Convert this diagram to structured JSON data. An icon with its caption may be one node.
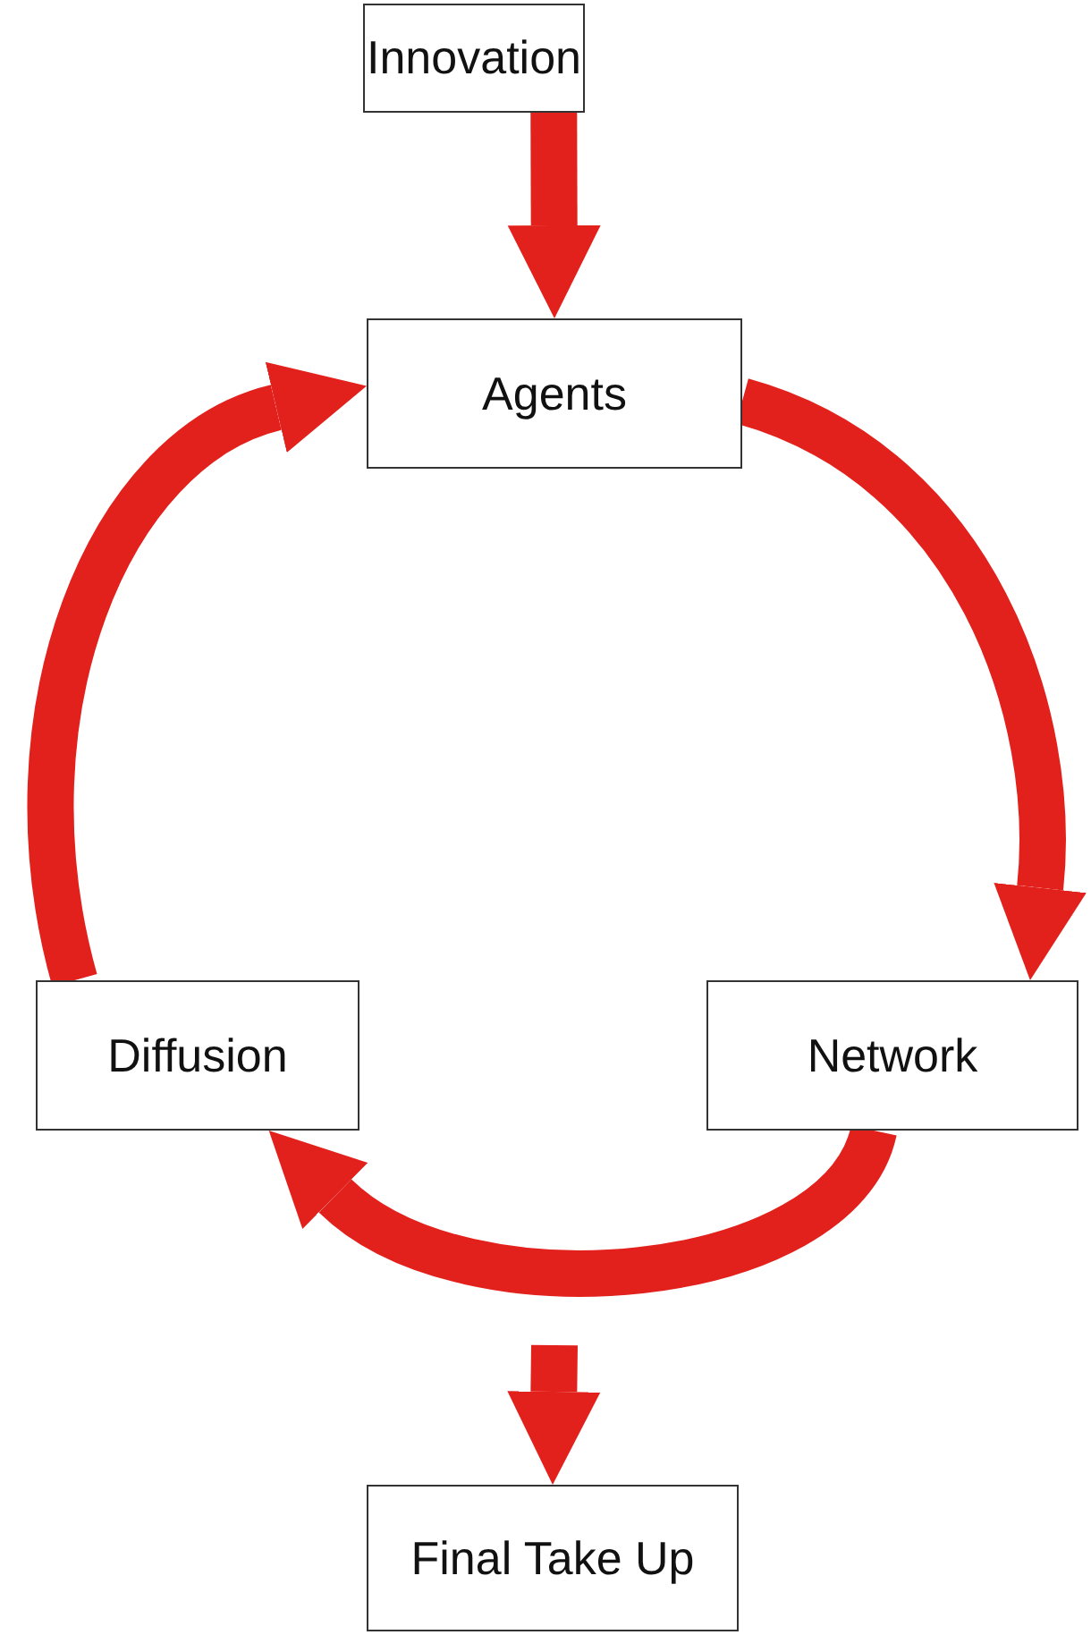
{
  "diagram": {
    "nodes": [
      {
        "text": [
          "Innovation"
        ]
      },
      {
        "text": [
          "Agents"
        ]
      },
      {
        "text": [
          "Diffusion"
        ]
      },
      {
        "text": [
          "Network"
        ]
      },
      {
        "text": [
          "Final Take Up"
        ]
      }
    ],
    "edges": [
      {
        "from": 0,
        "to": 1,
        "arrow": "to"
      },
      {
        "from": 1,
        "to": 3,
        "arrow": "to"
      },
      {
        "from": 2,
        "to": 1,
        "arrow": "to"
      },
      {
        "from": 3,
        "to": 2,
        "arrow": "to"
      },
      {
        "from": null,
        "to": 4,
        "arrow": "to"
      }
    ]
  }
}
